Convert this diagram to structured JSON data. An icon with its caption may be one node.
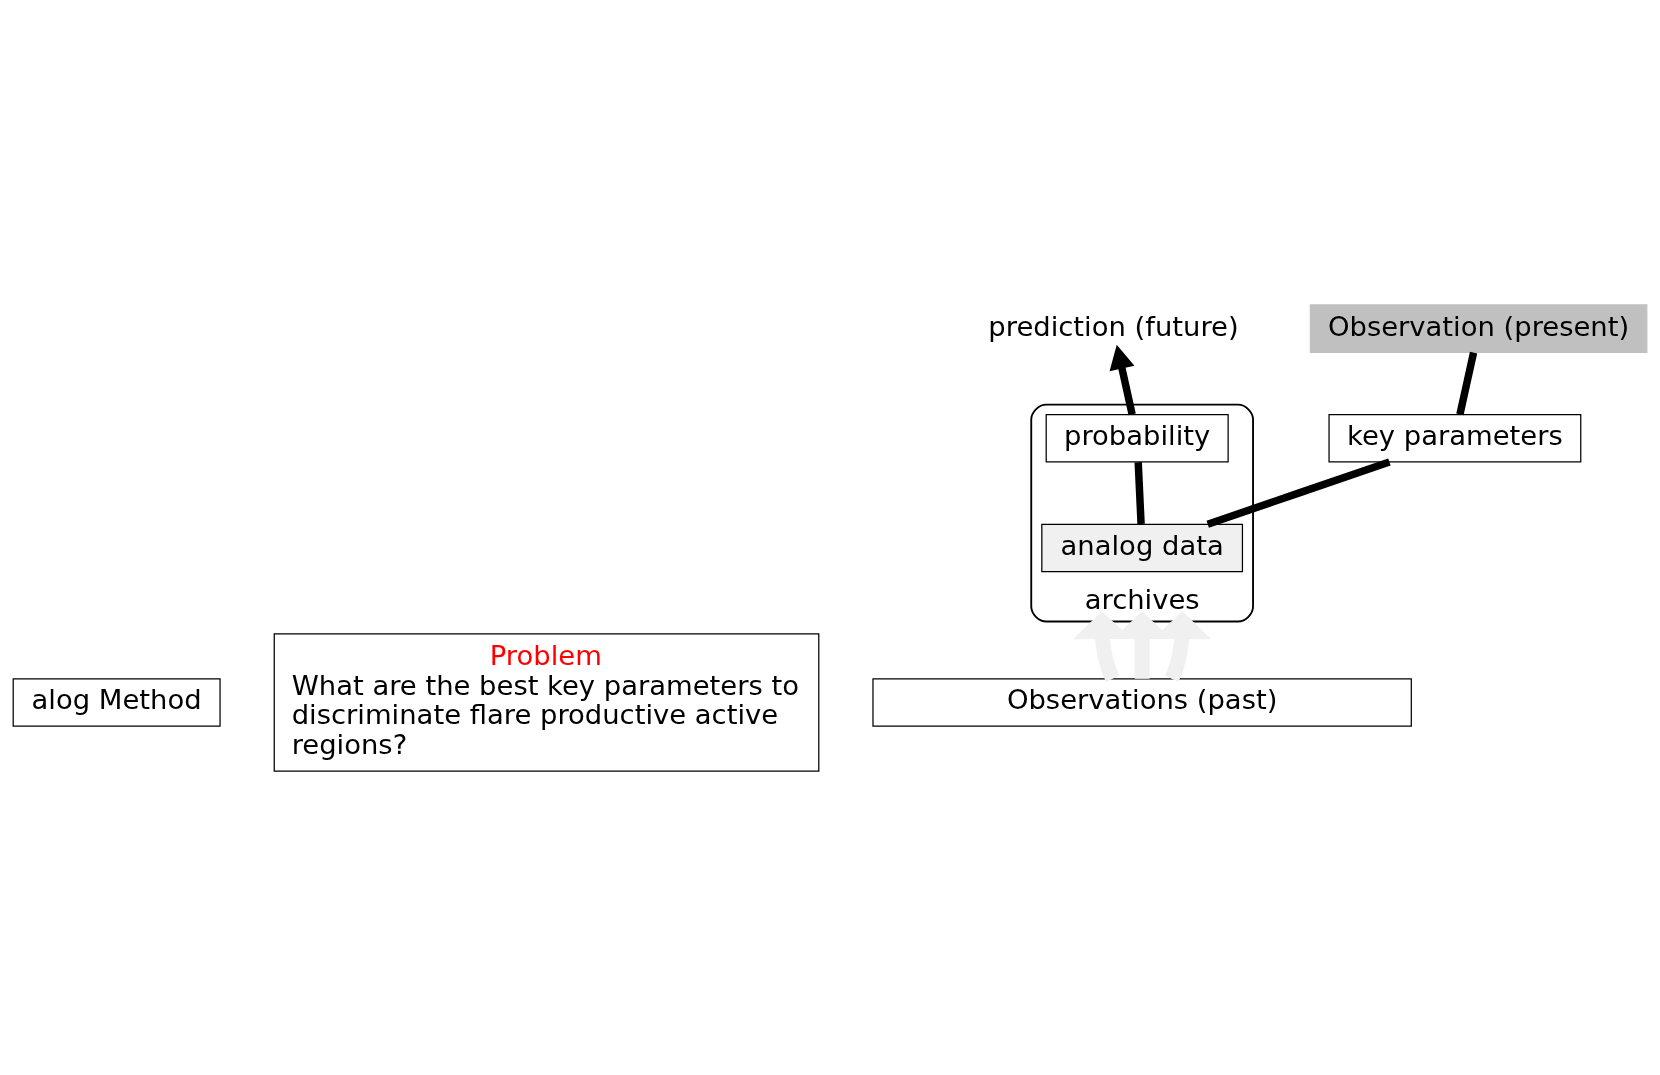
{
  "diagram": {
    "nodes": [
      {
        "text": [
          "alog Method"
        ]
      },
      {
        "text": [
          "Problem",
          "What are the best key parameters to discriminate flare productive active regions?"
        ]
      },
      {
        "text": [
          "prediction (future)"
        ]
      },
      {
        "text": [
          "archives"
        ]
      },
      {
        "text": [
          "probability"
        ],
        "in": 3
      },
      {
        "text": [
          "analog data"
        ],
        "in": 3
      },
      {
        "text": [
          "key parameters"
        ]
      },
      {
        "text": [
          "Observation (present)"
        ]
      },
      {
        "text": [
          "Observations (past)"
        ]
      }
    ],
    "edges": [
      {
        "from": 4,
        "to": 2,
        "arrow": "to"
      },
      {
        "from": 5,
        "to": 4,
        "arrow": "none"
      },
      {
        "from": 5,
        "to": 6,
        "arrow": "none"
      },
      {
        "from": 6,
        "to": 7,
        "arrow": "none"
      },
      {
        "from": 8,
        "to": 3,
        "arrow": "to",
        "style": "thick",
        "color": "#f0f0f0"
      },
      {
        "from": 8,
        "to": 3,
        "arrow": "to",
        "style": "thick",
        "color": "#f0f0f0"
      },
      {
        "from": 8,
        "to": 3,
        "arrow": "to",
        "style": "thick",
        "color": "#f0f0f0"
      }
    ]
  }
}
